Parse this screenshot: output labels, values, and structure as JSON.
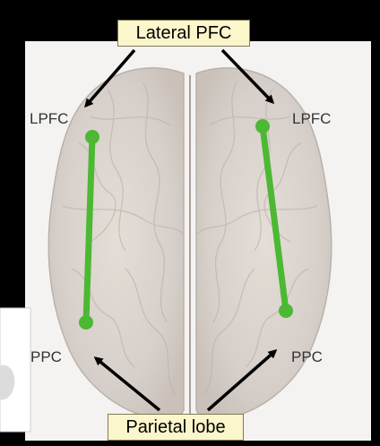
{
  "labels": {
    "top_box": "Lateral PFC",
    "bottom_box": "Parietal lobe",
    "lpfc_left": "LPFC",
    "lpfc_right": "LPFC",
    "ppc_left": "PPC",
    "ppc_right": "PPC"
  },
  "colors": {
    "frame": "#000000",
    "brain_fill": "#d9d2cc",
    "connection": "#4cb833",
    "label_box_fill": "#fbf6cc"
  },
  "connections": [
    {
      "from": "lpfc_left",
      "to": "ppc_left"
    },
    {
      "from": "lpfc_right",
      "to": "ppc_right"
    }
  ]
}
